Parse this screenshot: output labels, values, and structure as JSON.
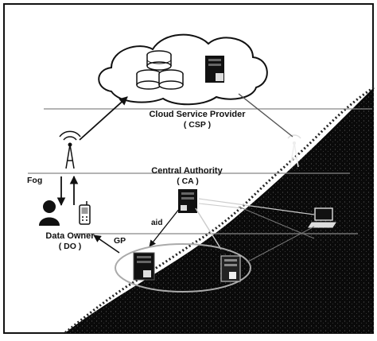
{
  "diagram": {
    "nodes": {
      "csp": {
        "name": "Cloud Service Provider",
        "abbr": "( CSP )"
      },
      "ca": {
        "name": "Central Authority",
        "abbr": "( CA )"
      },
      "do": {
        "name": "Data Owner",
        "abbr": "( DO )"
      }
    },
    "layers": {
      "fog": "Fog"
    },
    "edge_labels": {
      "aid": "aid",
      "gp": "GP"
    }
  }
}
